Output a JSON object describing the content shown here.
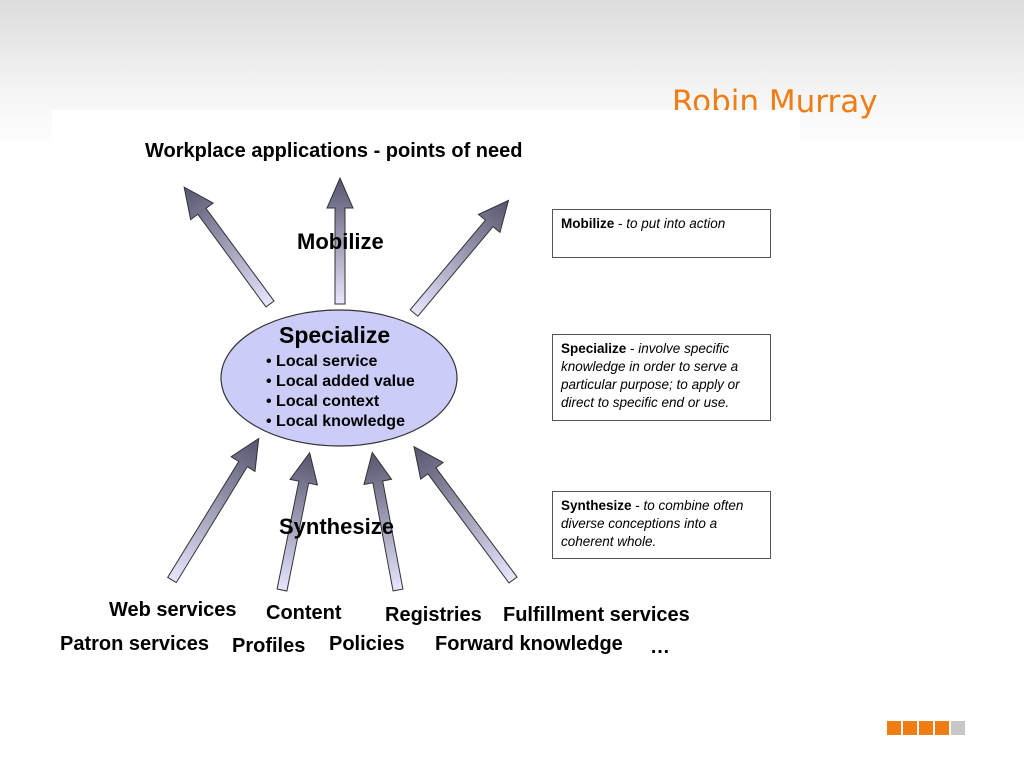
{
  "slide": {
    "author": "Robin Murray"
  },
  "diagram": {
    "top_heading": "Workplace applications - points of need",
    "mobilize_label": "Mobilize",
    "synthesize_label": "Synthesize",
    "specialize": {
      "title": "Specialize",
      "bullets": [
        "Local service",
        "Local added value",
        "Local context",
        "Local knowledge"
      ]
    },
    "sources": {
      "web_services": "Web services",
      "content": "Content",
      "registries": "Registries",
      "fulfillment_services": "Fulfillment services",
      "patron_services": "Patron services",
      "profiles": "Profiles",
      "policies": "Policies",
      "forward_knowledge": "Forward knowledge",
      "ellipsis": "…"
    },
    "definitions": {
      "mobilize": {
        "term": "Mobilize",
        "separator": " - ",
        "text": "to put into action"
      },
      "specialize": {
        "term": "Specialize",
        "separator": " - ",
        "text": "involve specific knowledge in order to serve a particular purpose; to apply or direct to specific end or use."
      },
      "synthesize": {
        "term": "Synthesize",
        "separator": " - ",
        "text": "to combine often diverse conceptions into a coherent whole."
      }
    },
    "colors": {
      "title": "#ef7d14",
      "ellipse_fill": "#ccccf8",
      "arrow_light": "#e6e6ff",
      "arrow_dark": "#55556e",
      "nav_active": "#f07d14",
      "nav_inactive": "#c8c8c8"
    }
  }
}
